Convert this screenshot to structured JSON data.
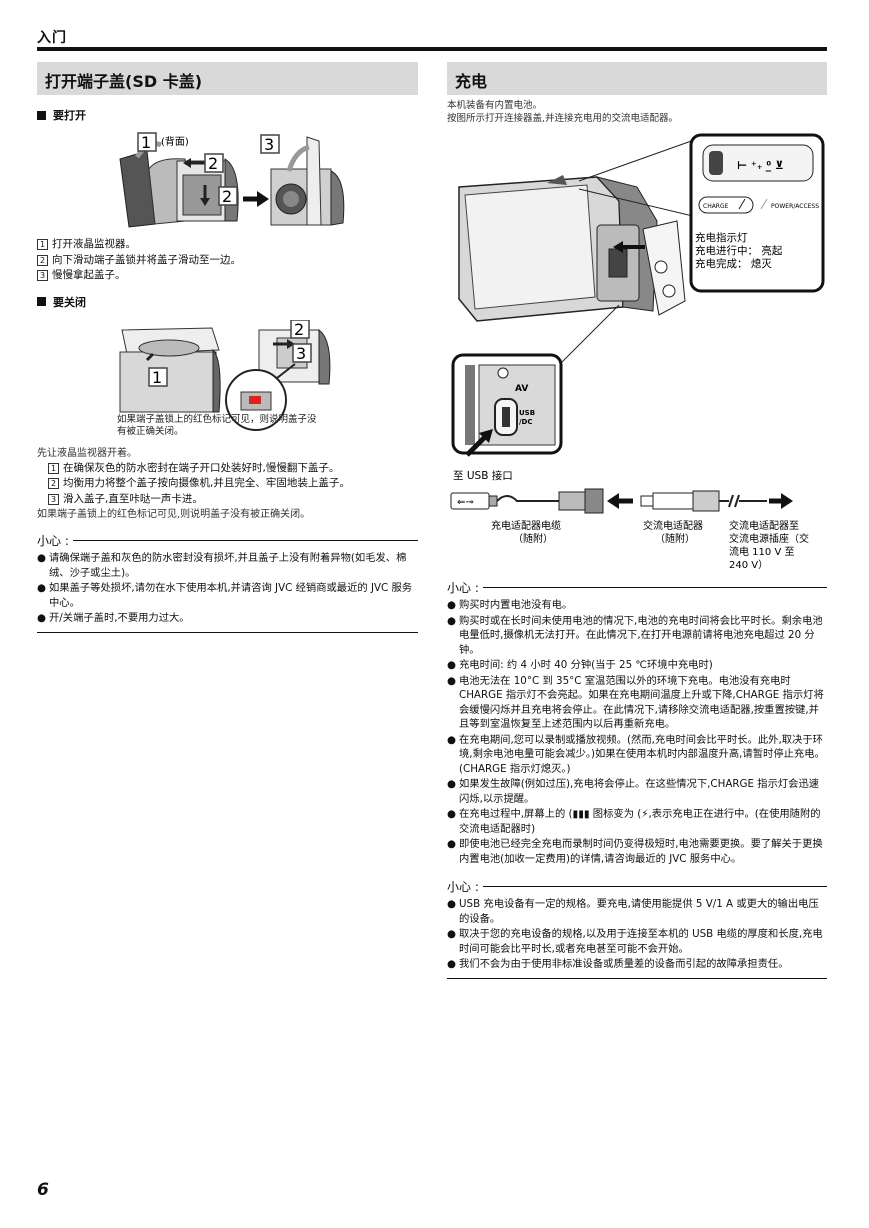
{
  "header": {
    "title": "入门"
  },
  "left": {
    "title": "打开端子盖(SD 卡盖)",
    "open": {
      "heading": "要打开",
      "figure": {
        "back_label": "(背面)",
        "badges": [
          "1",
          "2",
          "2",
          "3"
        ]
      },
      "steps": [
        {
          "n": "1",
          "text": "打开液晶监视器。"
        },
        {
          "n": "2",
          "text": "向下滑动端子盖锁并将盖子滑动至一边。"
        },
        {
          "n": "3",
          "text": "慢慢拿起盖子。"
        }
      ]
    },
    "close": {
      "heading": "要关闭",
      "figure": {
        "badges": [
          "1",
          "2",
          "3"
        ]
      },
      "caption_line1": "如果端子盖锁上的红色标记可见，则说明盖子没",
      "caption_line2": "有被正确关闭。",
      "intro": "先让液晶监视器开着。",
      "steps": [
        {
          "n": "1",
          "text": "在确保灰色的防水密封在端子开口处装好时,慢慢翻下盖子。"
        },
        {
          "n": "2",
          "text": "均衡用力将整个盖子按向摄像机,并且完全、牢固地装上盖子。"
        },
        {
          "n": "3",
          "text": "滑入盖子,直至咔哒一声卡进。"
        }
      ],
      "outro": "如果端子盖锁上的红色标记可见,则说明盖子没有被正确关闭。"
    },
    "caution": {
      "title": "小心 :",
      "items": [
        "请确保端子盖和灰色的防水密封没有损坏,并且盖子上没有附着异物(如毛发、棉绒、沙子或尘土)。",
        "如果盖子等处损坏,请勿在水下使用本机,并请咨询 JVC 经销商或最近的 JVC 服务中心。",
        "开/关端子盖时,不要用力过大。"
      ]
    }
  },
  "right": {
    "title": "充电",
    "intro1": "本机装备有内置电池。",
    "intro2": "按图所示打开连接器盖,并连接充电用的交流电适配器。",
    "figure": {
      "indicator_symbols": "⊢  ⁺₊ ⁰̲  ⊻",
      "charge_label": "CHARGE",
      "power_label": "POWER/ACCESS",
      "lamp_line1": "充电指示灯",
      "lamp_line2": "充电进行中： 亮起",
      "lamp_line3": "充电完成： 熄灭",
      "av_label": "AV",
      "usb_label": "USB",
      "dc_label": "/DC",
      "usb_port_label": "至 USB 接口",
      "cable_line1": "充电适配器电缆",
      "cable_line2": "（随附）",
      "adapter_line1": "交流电适配器",
      "adapter_line2": "（随附）",
      "outlet_line1": "交流电适配器至",
      "outlet_line2": "交流电源插座（交",
      "outlet_line3": "流电 110 V 至",
      "outlet_line4": "240 V）"
    },
    "caution1": {
      "title": "小心 :",
      "items": [
        "购买时内置电池没有电。",
        "购买时或在长时间未使用电池的情况下,电池的充电时间将会比平时长。剩余电池电量低时,摄像机无法打开。在此情况下,在打开电源前请将电池充电超过 20 分钟。",
        "充电时间: 约 4 小时 40 分钟(当于 25 ℃环境中充电时)",
        "电池无法在 10°C 到 35°C 室温范围以外的环境下充电。电池没有充电时 CHARGE 指示灯不会亮起。如果在充电期间温度上升或下降,CHARGE 指示灯将会缓慢闪烁并且充电将会停止。在此情况下,请移除交流电适配器,按重置按键,并且等到室温恢复至上述范围内以后再重新充电。",
        "在充电期间,您可以录制或播放视频。(然而,充电时间会比平时长。此外,取决于环境,剩余电池电量可能会减少。)如果在使用本机时内部温度升高,请暂时停止充电。(CHARGE 指示灯熄灭。)",
        "如果发生故障(例如过压),充电将会停止。在这些情况下,CHARGE 指示灯会迅速闪烁,以示提醒。",
        "在充电过程中,屏幕上的 (▮▮▮ 图标变为 (⚡,表示充电正在进行中。(在使用随附的交流电适配器时)",
        "即使电池已经完全充电而录制时间仍变得极短时,电池需要更换。要了解关于更换内置电池(加收一定费用)的详情,请咨询最近的 JVC 服务中心。"
      ]
    },
    "caution2": {
      "title": "小心 :",
      "items": [
        "USB 充电设备有一定的规格。要充电,请使用能提供 5 V/1 A 或更大的输出电压的设备。",
        "取决于您的充电设备的规格,以及用于连接至本机的 USB 电缆的厚度和长度,充电时间可能会比平时长,或者充电甚至可能不会开始。",
        "我们不会为由于使用非标准设备或质量差的设备而引起的故障承担责任。"
      ]
    }
  },
  "footer": {
    "page_number": "6"
  }
}
